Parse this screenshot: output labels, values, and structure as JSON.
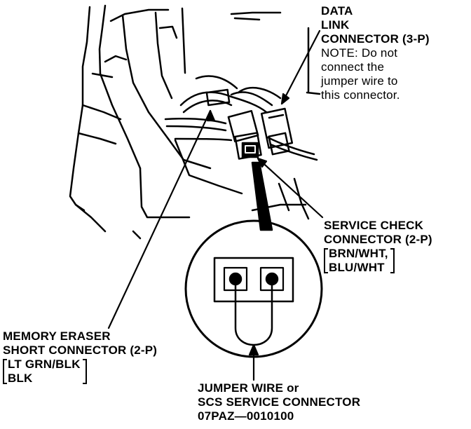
{
  "data_link": {
    "title_lines": [
      "DATA",
      "LINK",
      "CONNECTOR (3-P)"
    ],
    "note_lines": [
      "NOTE: Do not",
      "connect the",
      "jumper wire to",
      "this connector."
    ]
  },
  "service_check": {
    "title_lines": [
      "SERVICE CHECK",
      "CONNECTOR (2-P)"
    ],
    "wire_lines": [
      "BRN/WHT,",
      "BLU/WHT"
    ]
  },
  "memory_eraser": {
    "title_lines": [
      "MEMORY ERASER",
      "SHORT CONNECTOR (2-P)"
    ],
    "wire_lines": [
      "LT GRN/BLK",
      "BLK"
    ]
  },
  "jumper": {
    "lines": [
      "JUMPER WIRE or",
      "SCS SERVICE CONNECTOR",
      "07PAZ—0010100"
    ]
  }
}
